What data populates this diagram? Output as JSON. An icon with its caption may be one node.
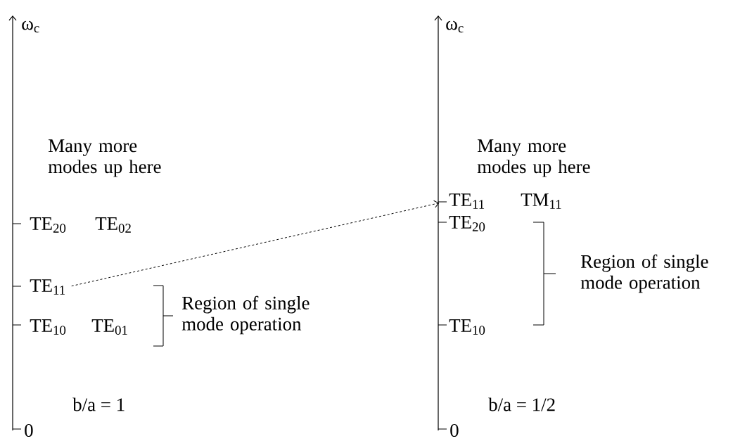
{
  "diagram": {
    "nodes": [
      {
        "text": [
          "TE$_{11}$"
        ]
      },
      {
        "text": [
          "TE$_{11}$"
        ]
      }
    ],
    "edges": [
      {
        "from": 0,
        "to": 1,
        "arrow": "to",
        "style": "dashed"
      }
    ],
    "labels": [
      "ω$_{c}$",
      "ω$_{c}$",
      "Many more modes up here",
      "Many more modes up here",
      "TM$_{11}$",
      "TE$_{20}$",
      "TE$_{02}$",
      "TE$_{20}$",
      "Region of single mode operation",
      "TE$_{10}$",
      "TE$_{01}$",
      "Region of single mode operation",
      "TE$_{10}$",
      "b/a = 1",
      "b/a = 1/2",
      "0",
      "0"
    ]
  }
}
